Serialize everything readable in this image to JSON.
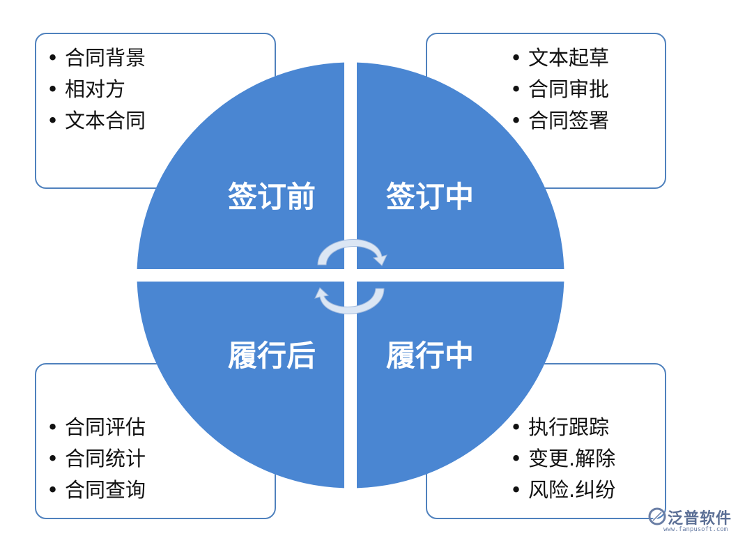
{
  "diagram": {
    "quadrants": {
      "top_left": {
        "label": "签订前",
        "items": [
          "合同背景",
          "相对方",
          "文本合同"
        ]
      },
      "top_right": {
        "label": "签订中",
        "items": [
          "文本起草",
          "合同审批",
          "合同签署"
        ]
      },
      "bottom_left": {
        "label": "履行后",
        "items": [
          "合同评估",
          "合同统计",
          "合同查询"
        ]
      },
      "bottom_right": {
        "label": "履行中",
        "items": [
          "执行跟踪",
          "变更.解除",
          "风险.纠纷"
        ]
      }
    },
    "colors": {
      "circle_fill": "#4a86d2",
      "box_border": "#4f81bd",
      "arrow_fill": "#dbe6f4"
    }
  },
  "logo": {
    "name": "泛普软件",
    "url": "www.fanpusoft.com",
    "icon": "fanpu-logo-icon"
  }
}
